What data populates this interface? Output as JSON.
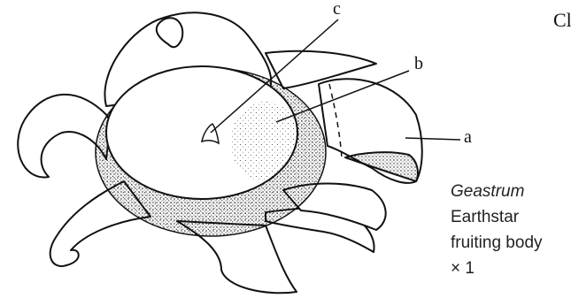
{
  "figure": {
    "labels": {
      "a": "a",
      "b": "b",
      "c": "c",
      "edge_fragment": "Cl"
    },
    "caption": {
      "genus": "Geastrum",
      "common_name": "Earthstar",
      "structure": "fruiting body",
      "scale": "× 1"
    }
  }
}
